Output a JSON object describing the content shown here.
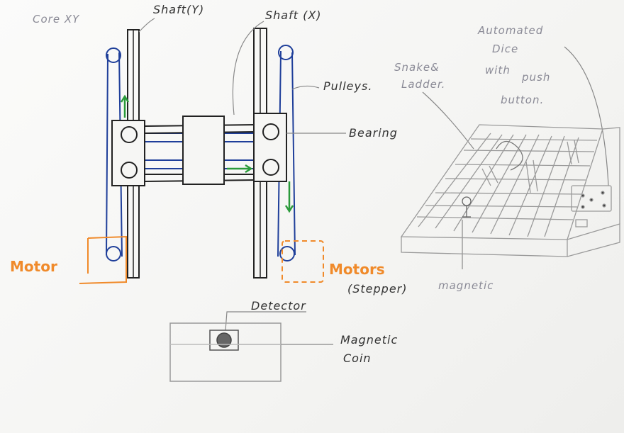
{
  "labels": {
    "core_xy": "Core XY",
    "shaft_y": "Shaft(Y)",
    "shaft_x": "Shaft (X)",
    "pulleys": "Pulleys.",
    "bearing": "Bearing",
    "motor": "Motor",
    "motors": "Motors",
    "stepper": "(Stepper)",
    "detector": "Detector",
    "magnetic_coin_line1": "Magnetic",
    "magnetic_coin_line2": "Coin",
    "snake_ladder_line1": "Snake&",
    "snake_ladder_line2": "Ladder.",
    "dice_line1": "Automated",
    "dice_line2": "Dice",
    "dice_line3": "with",
    "dice_line4": "push",
    "dice_line5": "button.",
    "magnetic": "magnetic"
  },
  "colors": {
    "ink": "#222222",
    "pencil": "#9a9a9a",
    "belt": "#1f3f9a",
    "arrow": "#2a9a3a",
    "motor": "#f08a2a"
  }
}
